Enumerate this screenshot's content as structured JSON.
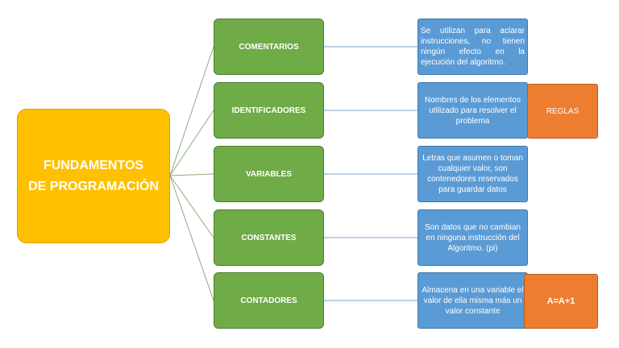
{
  "root": {
    "line1": "FUNDAMENTOS",
    "line2": "DE PROGRAMACIÓN"
  },
  "categories": [
    {
      "label": "COMENTARIOS",
      "description": "Se utilizan para aclarar instrucciones, no tienen ningún efecto en la ejecución del algoritmo."
    },
    {
      "label": "IDENTIFICADORES",
      "description": "Nombres de los elementos utilizado para resolver el problema"
    },
    {
      "label": "VARIABLES",
      "description": "Letras que asumen o toman cualquier valor, son contenedores reservados para guardar datos"
    },
    {
      "label": "CONSTANTES",
      "description": "Son datos que no cambian en ninguna instrucción del Algoritmo. (pi)"
    },
    {
      "label": "CONTADORES",
      "description": "Almacena en una variable el valor de ella misma más un valor constante"
    }
  ],
  "notes": {
    "reglas": "REGLAS",
    "formula": "A=A+1"
  },
  "colors": {
    "root": "#ffc000",
    "category": "#6fab47",
    "description": "#5b9bd5",
    "note": "#ed7d31",
    "connector": "#8faa7c"
  }
}
